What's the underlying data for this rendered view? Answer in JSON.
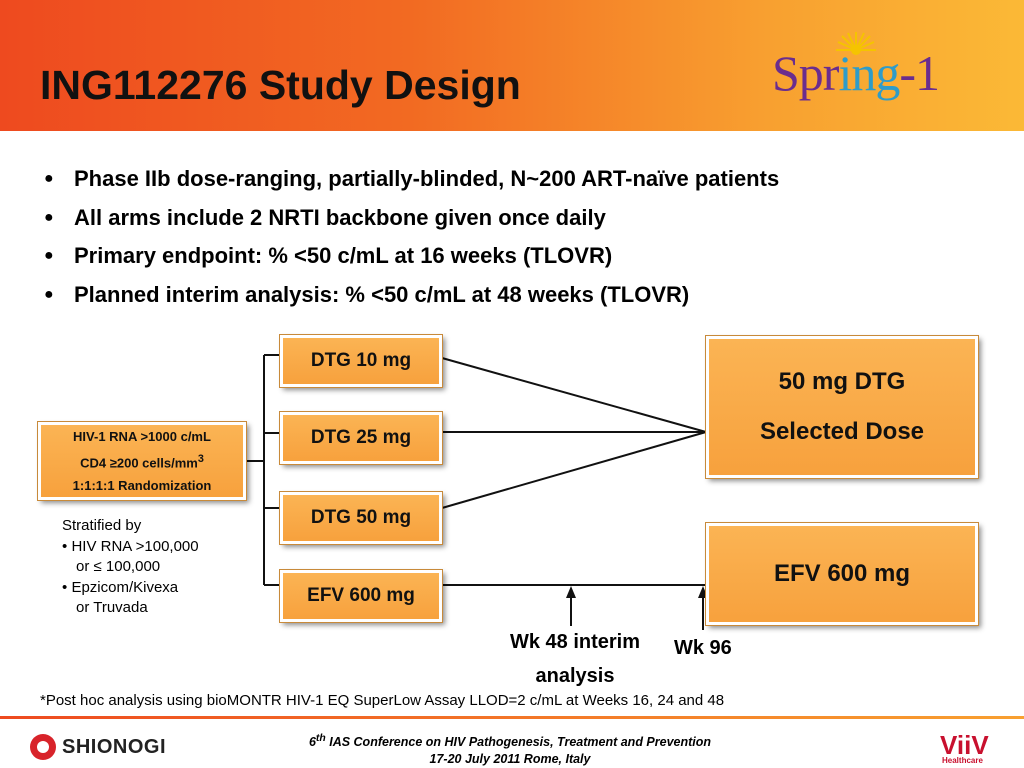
{
  "slide": {
    "title": "ING112276 Study Design",
    "logo": {
      "part1": "Spr",
      "part2": "ing",
      "part3": "-1"
    }
  },
  "bullets": [
    "Phase IIb dose-ranging, partially-blinded, N~200 ART-naïve patients",
    "All arms include 2 NRTI backbone given once daily",
    "Primary endpoint: % <50 c/mL at 16 weeks (TLOVR)",
    "Planned interim analysis: % <50 c/mL at 48 weeks (TLOVR)"
  ],
  "entry_box": {
    "line1": "HIV-1 RNA >1000 c/mL",
    "line2_prefix": "CD4 ≥200 cells/mm",
    "line2_sup": "3",
    "line3": "1:1:1:1 Randomization"
  },
  "stratification": {
    "heading": "Stratified by",
    "items": [
      {
        "bullet": "•",
        "text": "HIV RNA >100,000",
        "cont": "or ≤ 100,000"
      },
      {
        "bullet": "•",
        "text": "Epzicom/Kivexa",
        "cont": "or Truvada"
      }
    ]
  },
  "arms": [
    "DTG 10 mg",
    "DTG 25 mg",
    "DTG 50 mg",
    "EFV 600 mg"
  ],
  "results": {
    "selected_line1": "50 mg DTG",
    "selected_line2": "Selected Dose",
    "efv": "EFV 600 mg"
  },
  "timepoints": {
    "wk48_line1": "Wk 48 interim",
    "wk48_line2": "analysis",
    "wk96": "Wk 96"
  },
  "footnote": "*Post hoc analysis using bioMONTR HIV-1 EQ SuperLow Assay LLOD=2 c/mL at Weeks 16, 24 and 48",
  "footer": {
    "conf_num": "6",
    "conf_sup": "th",
    "conf_rest": " IAS Conference on HIV Pathogenesis, Treatment and Prevention",
    "conf_line2": "17-20 July 2011 Rome, Italy",
    "sponsor_left": "SHIONOGI",
    "sponsor_right": "ViiV",
    "sponsor_right_sub": "Healthcare"
  },
  "colors": {
    "header_start": "#ee4a1f",
    "header_end": "#fbb936",
    "box_fill": "#f7a13d"
  }
}
